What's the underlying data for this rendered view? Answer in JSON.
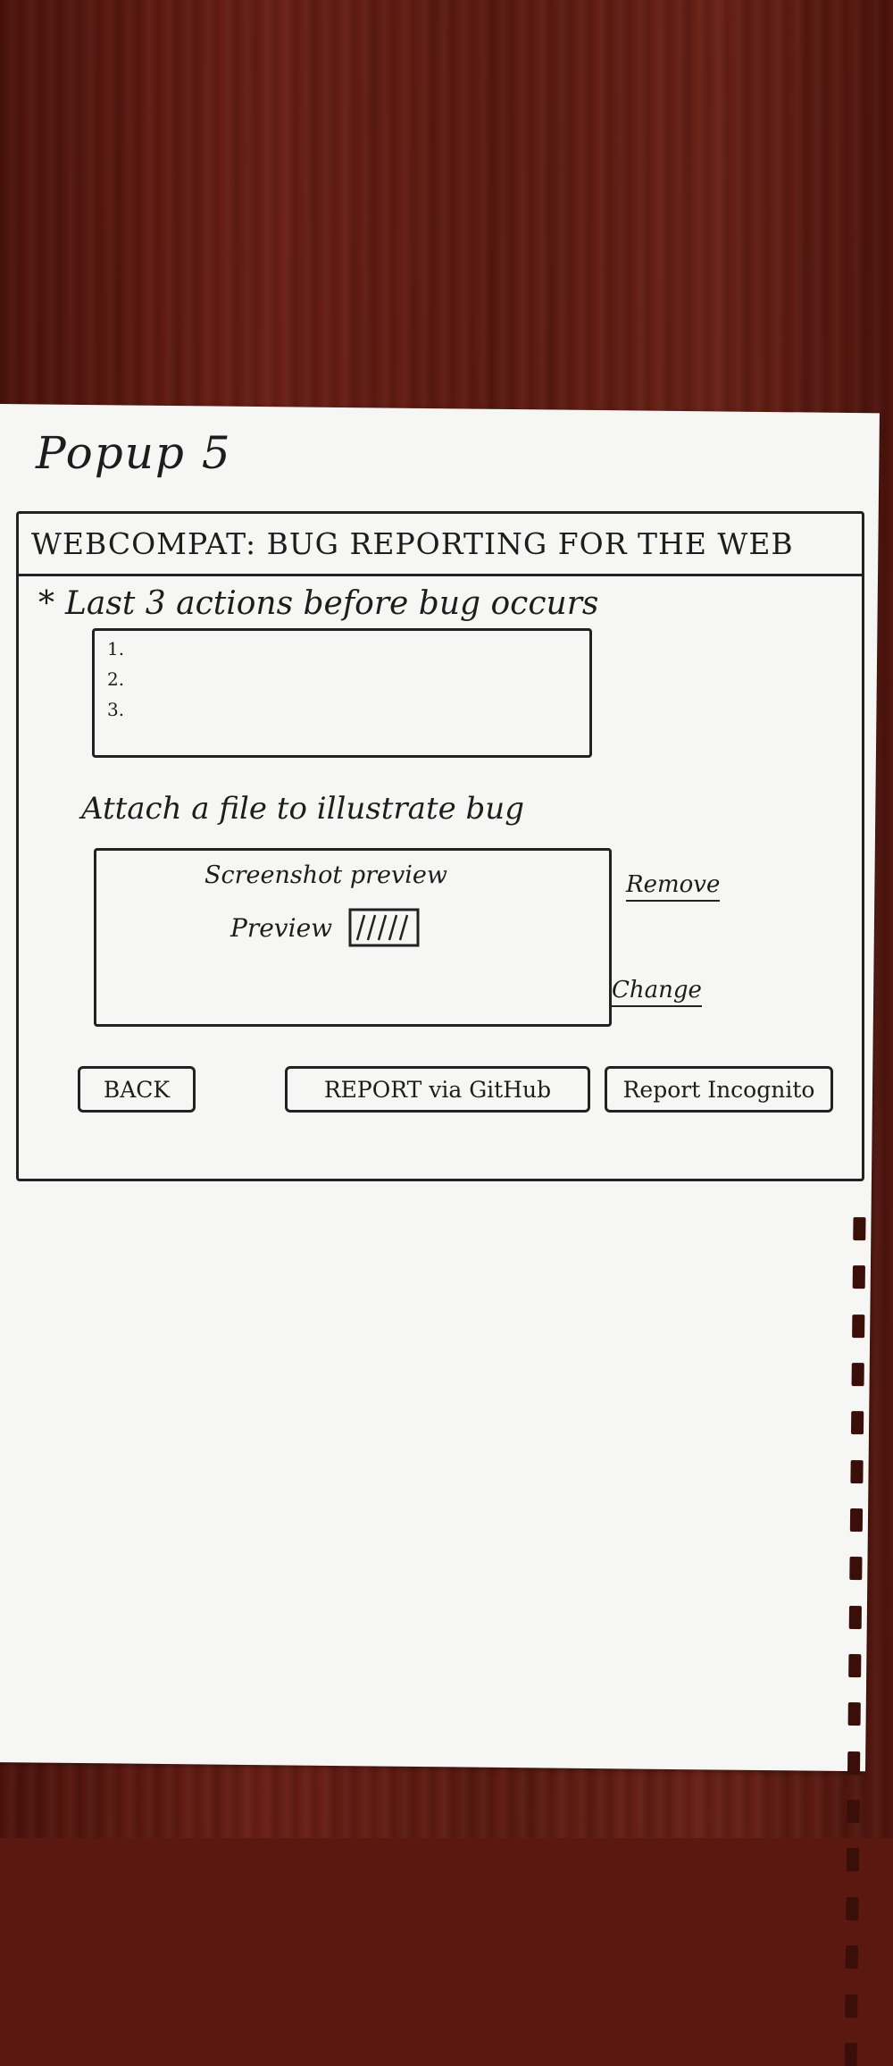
{
  "sheet": {
    "title": "Popup 5"
  },
  "popup": {
    "header": "WEBCOMPAT: BUG REPORTING FOR THE WEB",
    "actions_label": "Last 3 actions before bug occurs",
    "actions_required_marker": "*",
    "actions": [
      "1.",
      "2.",
      "3."
    ],
    "attach_label": "Attach a file to illustrate bug",
    "preview": {
      "caption": "Screenshot preview",
      "label": "Preview"
    },
    "links": {
      "remove": "Remove",
      "change": "Change"
    },
    "buttons": {
      "back": "BACK",
      "report_github": "REPORT via GitHub",
      "report_incognito": "Report Incognito"
    }
  }
}
